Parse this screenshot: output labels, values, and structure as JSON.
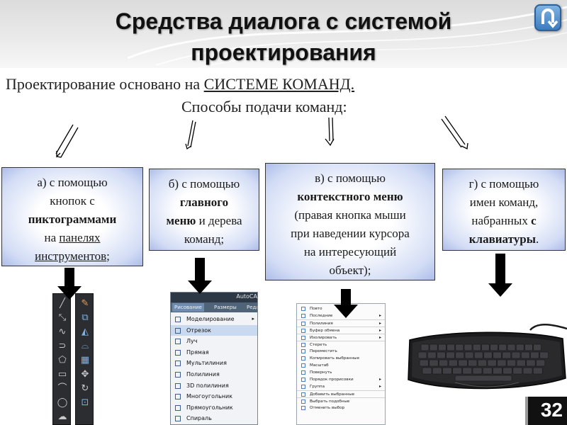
{
  "slide": {
    "title_line1": "Средства диалога с системой",
    "title_line2": "проектирования",
    "intro_prefix": "Проектирование основано на ",
    "intro_link": "СИСТЕМЕ КОМАНД. ",
    "subheading": "Способы подачи команд:",
    "page_number": "32"
  },
  "methods": {
    "a": {
      "t1": "а) с помощью",
      "t2": "кнопок с",
      "bold": "пиктограммами",
      "t3": "на ",
      "u1": "панелях",
      "u2": "инструментов",
      "t4": ";"
    },
    "b": {
      "t1": "б) с помощью",
      "bold1": "главного",
      "bold2": "меню",
      "t2": " и дерева",
      "t3": "команд;"
    },
    "c": {
      "t1": "в) с помощью",
      "bold": "контекстного меню",
      "t2": "(правая кнопка мыши",
      "t3": "при наведении курсора",
      "t4": "на интересующий",
      "t5": "объект);"
    },
    "d": {
      "t1": "г) с помощью",
      "t2": "имен команд,",
      "t3": "набранных ",
      "bold1": "с",
      "bold2": "клавиатуры",
      "t4": "."
    }
  },
  "main_menu": {
    "app_title": "AutoCA",
    "tabs": [
      "Рисование",
      "Размеры",
      "Реда"
    ],
    "items": [
      {
        "label": "Моделирование",
        "has_sub": true
      },
      {
        "label": "Отрезок",
        "has_sub": false
      },
      {
        "label": "Луч",
        "has_sub": false
      },
      {
        "label": "Прямая",
        "has_sub": false
      },
      {
        "label": "Мультилиния",
        "has_sub": false
      },
      {
        "label": "Полилиния",
        "has_sub": false
      },
      {
        "label": "3D полилиния",
        "has_sub": false
      },
      {
        "label": "Многоугольник",
        "has_sub": false
      },
      {
        "label": "Прямоугольник",
        "has_sub": false
      },
      {
        "label": "Спираль",
        "has_sub": false
      }
    ]
  },
  "context_menu": {
    "items": [
      {
        "label": "Повто",
        "has_sub": false,
        "sep": false
      },
      {
        "label": "Последние",
        "has_sub": true,
        "sep": false
      },
      {
        "label": "Полилиния",
        "has_sub": true,
        "sep": true
      },
      {
        "label": "Буфер обмена",
        "has_sub": true,
        "sep": true
      },
      {
        "label": "Изолировать",
        "has_sub": true,
        "sep": true
      },
      {
        "label": "Стереть",
        "has_sub": false,
        "sep": true
      },
      {
        "label": "Переместить",
        "has_sub": false,
        "sep": false
      },
      {
        "label": "Копировать выбранные",
        "has_sub": false,
        "sep": false
      },
      {
        "label": "Масштаб",
        "has_sub": false,
        "sep": false
      },
      {
        "label": "Повернуть",
        "has_sub": false,
        "sep": false
      },
      {
        "label": "Порядок прорисовки",
        "has_sub": true,
        "sep": false
      },
      {
        "label": "Группа",
        "has_sub": true,
        "sep": false
      },
      {
        "label": "Добавить выбранные",
        "has_sub": false,
        "sep": true
      },
      {
        "label": "Выбрать подобные",
        "has_sub": false,
        "sep": true
      },
      {
        "label": "Отменить выбор",
        "has_sub": false,
        "sep": false
      }
    ]
  },
  "colors": {
    "box_glow": "#aebde9",
    "arrow_fill": "#000000",
    "home_button": "#3d7cc0"
  },
  "icons": {
    "home": "u-turn-arrow-icon",
    "keyboard": "keyboard-icon"
  }
}
